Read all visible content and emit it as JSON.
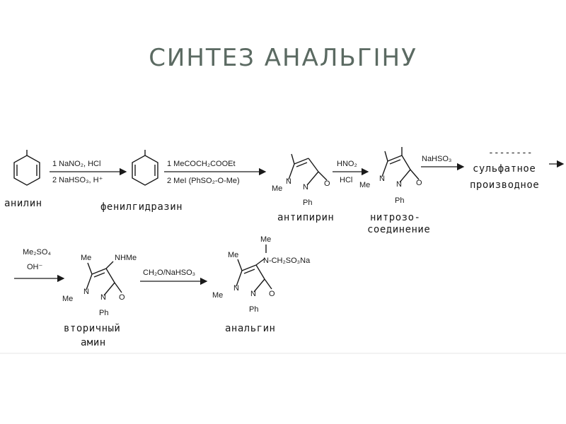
{
  "slide": {
    "title": "СИНТЕЗ АНАЛЬГІНУ"
  },
  "steps": {
    "s1": {
      "line1": "1  NaNO₂, HCl",
      "line2": "2  NaHSO₃, H⁺"
    },
    "s2": {
      "line1": "1  MeCOCH₂COOEt",
      "line2": "2  MeI (PhSO₂-O-Me)"
    },
    "s3": {
      "line1": "HNO₂",
      "line2": "HCl"
    },
    "s4": {
      "line1": "NaHSO₃"
    },
    "s5": {
      "line1": "Me₂SO₄",
      "line2": "OH⁻"
    },
    "s6": {
      "line1": "CH₂O/NaHSO₃"
    }
  },
  "compounds": {
    "aniline": "анилин",
    "phenylhydrazine": "фенилгидразин",
    "antipyrine": "антипирин",
    "nitroso": {
      "line1": "нитрозо-",
      "line2": "соединение"
    },
    "sulfate": {
      "line1": "сульфатное",
      "line2": "производное",
      "dashes": "--------"
    },
    "amine": {
      "line1": "вторичный",
      "line2": "амин"
    },
    "analgin": "анальгин"
  },
  "groups": {
    "me": "Me",
    "n": "N",
    "ph": "Ph",
    "o": "O",
    "nhme": "NHMe",
    "ch2so3na": "N-CH₂SO₃Na"
  },
  "colors": {
    "title": "#5b6a62",
    "ink": "#1a1a1a"
  }
}
